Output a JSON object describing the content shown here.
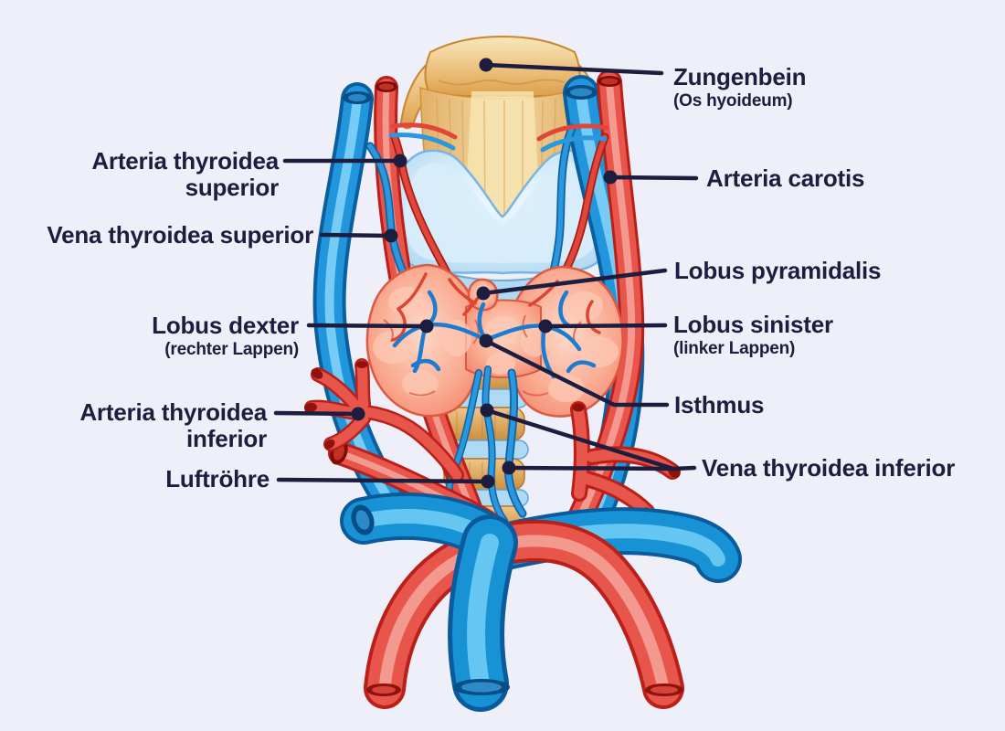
{
  "labels": {
    "left": [
      {
        "line1": "Arteria thyroidea",
        "line2": "superior"
      },
      {
        "text": "Vena thyroidea superior"
      },
      {
        "text": "Lobus dexter",
        "sub": "(rechter Lappen)"
      },
      {
        "line1": "Arteria thyroidea",
        "line2": "inferior"
      },
      {
        "text": "Luftröhre"
      }
    ],
    "right": [
      {
        "text": "Zungenbein",
        "sub": "(Os hyoideum)"
      },
      {
        "text": "Arteria carotis"
      },
      {
        "text": "Lobus pyramidalis"
      },
      {
        "text": "Lobus sinister",
        "sub": "(linker Lappen)"
      },
      {
        "text": "Isthmus"
      },
      {
        "text": "Vena thyroidea inferior"
      }
    ]
  },
  "colors": {
    "background": "#eeeff8",
    "label_text": "#1d1d3f",
    "leader_line": "#1d1d3f",
    "artery_red": "#e8453a",
    "vein_blue": "#1e93d8",
    "bone_gold": "#ecc27f",
    "cartilage_blue": "#bfe0f7",
    "gland_salmon": "#f4836b",
    "trachea_tan": "#d9a254"
  }
}
